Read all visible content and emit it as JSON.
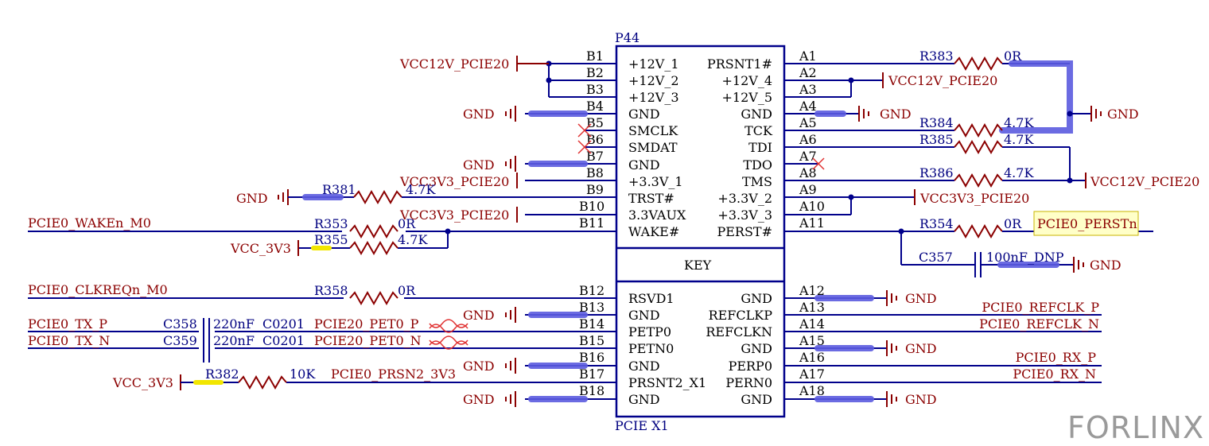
{
  "connector": {
    "designator": "P44",
    "footer": "PCIE X1",
    "key_label": "KEY",
    "left_pins": [
      {
        "num": "B1",
        "name": "+12V_1"
      },
      {
        "num": "B2",
        "name": "+12V_2"
      },
      {
        "num": "B3",
        "name": "+12V_3"
      },
      {
        "num": "B4",
        "name": "GND"
      },
      {
        "num": "B5",
        "name": "SMCLK"
      },
      {
        "num": "B6",
        "name": "SMDAT"
      },
      {
        "num": "B7",
        "name": "GND"
      },
      {
        "num": "B8",
        "name": "+3.3V_1"
      },
      {
        "num": "B9",
        "name": "TRST#"
      },
      {
        "num": "B10",
        "name": "3.3VAUX"
      },
      {
        "num": "B11",
        "name": "WAKE#"
      },
      {
        "num": "B12",
        "name": "RSVD1"
      },
      {
        "num": "B13",
        "name": "GND"
      },
      {
        "num": "B14",
        "name": "PETP0"
      },
      {
        "num": "B15",
        "name": "PETN0"
      },
      {
        "num": "B16",
        "name": "GND"
      },
      {
        "num": "B17",
        "name": "PRSNT2_X1"
      },
      {
        "num": "B18",
        "name": "GND"
      }
    ],
    "right_pins": [
      {
        "num": "A1",
        "name": "PRSNT1#"
      },
      {
        "num": "A2",
        "name": "+12V_4"
      },
      {
        "num": "A3",
        "name": "+12V_5"
      },
      {
        "num": "A4",
        "name": "GND"
      },
      {
        "num": "A5",
        "name": "TCK"
      },
      {
        "num": "A6",
        "name": "TDI"
      },
      {
        "num": "A7",
        "name": "TDO"
      },
      {
        "num": "A8",
        "name": "TMS"
      },
      {
        "num": "A9",
        "name": "+3.3V_2"
      },
      {
        "num": "A10",
        "name": "+3.3V_3"
      },
      {
        "num": "A11",
        "name": "PERST#"
      },
      {
        "num": "A12",
        "name": "GND"
      },
      {
        "num": "A13",
        "name": "REFCLKP"
      },
      {
        "num": "A14",
        "name": "REFCLKN"
      },
      {
        "num": "A15",
        "name": "GND"
      },
      {
        "num": "A16",
        "name": "PERP0"
      },
      {
        "num": "A17",
        "name": "PERN0"
      },
      {
        "num": "A18",
        "name": "GND"
      }
    ]
  },
  "nets": {
    "vcc12v_left": "VCC12V_PCIE20",
    "vcc12v_right_a2": "VCC12V_PCIE20",
    "vcc12v_right_jtag": "VCC12V_PCIE20",
    "vcc3v3_b8": "VCC3V3_PCIE20",
    "vcc3v3_b10": "VCC3V3_PCIE20",
    "vcc3v3_a9": "VCC3V3_PCIE20",
    "gnd": "GND",
    "wake": "PCIE0_WAKEn_M0",
    "vcc_3v3_r355": "VCC_3V3",
    "clkreq": "PCIE0_CLKREQn_M0",
    "tx_p": "PCIE0_TX_P",
    "tx_n": "PCIE0_TX_N",
    "pet_p": "PCIE20_PET0_P",
    "pet_n": "PCIE20_PET0_N",
    "vcc_3v3_r382": "VCC_3V3",
    "prsn2": "PCIE0_PRSN2_3V3",
    "perst": "PCIE0_PERSTn",
    "refclk_p": "PCIE0_REFCLK_P",
    "refclk_n": "PCIE0_REFCLK_N",
    "rx_p": "PCIE0_RX_P",
    "rx_n": "PCIE0_RX_N"
  },
  "parts": {
    "r381": {
      "ref": "R381",
      "value": "4.7K"
    },
    "r353": {
      "ref": "R353",
      "value": "0R"
    },
    "r355": {
      "ref": "R355",
      "value": "4.7K"
    },
    "r358": {
      "ref": "R358",
      "value": "0R"
    },
    "c358": {
      "ref": "C358",
      "value": "220nF",
      "pkg": "C0201"
    },
    "c359": {
      "ref": "C359",
      "value": "220nF",
      "pkg": "C0201"
    },
    "r382": {
      "ref": "R382",
      "value": "10K"
    },
    "r383": {
      "ref": "R383",
      "value": "0R"
    },
    "r384": {
      "ref": "R384",
      "value": "4.7K"
    },
    "r385": {
      "ref": "R385",
      "value": "4.7K"
    },
    "r386": {
      "ref": "R386",
      "value": "4.7K"
    },
    "r354": {
      "ref": "R354",
      "value": "0R"
    },
    "c357": {
      "ref": "C357",
      "value": "100nF_DNP"
    }
  },
  "watermark": "FORLINX",
  "colors": {
    "wire": "#00008b",
    "net": "#8b0000",
    "highlight": "#5b5bdf",
    "net_highlight": "#ffff99",
    "no_connect": "#e03030"
  }
}
